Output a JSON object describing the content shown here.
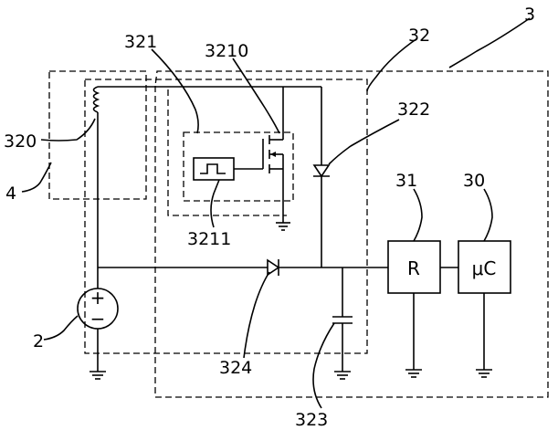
{
  "labels": {
    "ref_3": "3",
    "ref_32": "32",
    "ref_321": "321",
    "ref_3210": "3210",
    "ref_322": "322",
    "ref_31": "31",
    "ref_30": "30",
    "ref_320": "320",
    "ref_4": "4",
    "ref_3211": "3211",
    "ref_324": "324",
    "ref_2": "2",
    "ref_323": "323"
  },
  "components": {
    "regulator_text": "R",
    "microcontroller_text": "μC",
    "source_plus": "+",
    "source_minus": "−"
  }
}
